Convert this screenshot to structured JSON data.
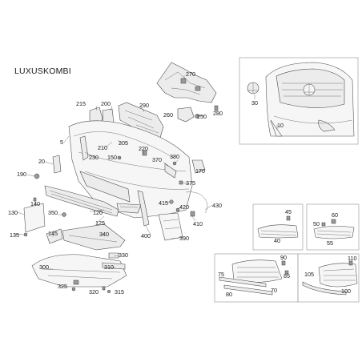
{
  "brand_text": "LUXUSKOMBI",
  "labels": {
    "l270": "270",
    "l215": "215",
    "l200": "200",
    "l290": "290",
    "l260": "260",
    "l250": "250",
    "l280": "280",
    "l30": "30",
    "l10": "10",
    "l5": "5",
    "l210": "210",
    "l205": "205",
    "l230": "230",
    "l150": "150",
    "l220": "220",
    "l370": "370",
    "l380": "380",
    "l20": "20",
    "l375": "375",
    "l170": "170",
    "l190": "190",
    "l140": "140",
    "l130": "130",
    "l350": "350",
    "l120": "120",
    "l125": "125",
    "l415": "415",
    "l420": "420",
    "l430": "430",
    "l410": "410",
    "l400": "400",
    "l390": "390",
    "l135": "135",
    "l145": "145",
    "l340": "340",
    "l330": "330",
    "l300": "300",
    "l310": "310",
    "l325": "325",
    "l320": "320",
    "l315": "315",
    "l45": "45",
    "l40": "40",
    "l60": "60",
    "l50": "50",
    "l55": "55",
    "l90": "90",
    "l85": "85",
    "l75": "75",
    "l70": "70",
    "l80": "80",
    "l110": "110",
    "l105": "105",
    "l100": "100"
  }
}
